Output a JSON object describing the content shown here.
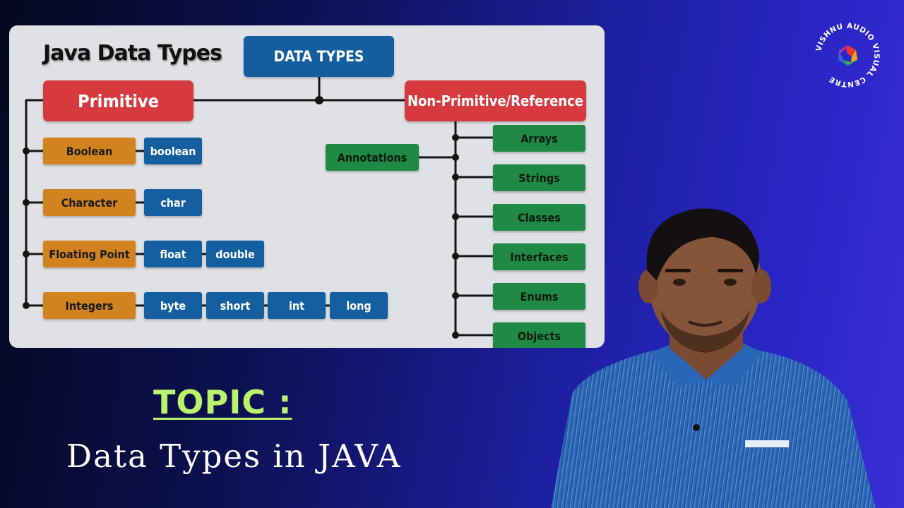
{
  "diagram": {
    "title": "Java Data Types",
    "root": "DATA TYPES",
    "primitive": {
      "label": "Primitive",
      "groups": [
        {
          "category": "Boolean",
          "types": [
            "boolean"
          ]
        },
        {
          "category": "Character",
          "types": [
            "char"
          ]
        },
        {
          "category": "Floating Point",
          "types": [
            "float",
            "double"
          ]
        },
        {
          "category": "Integers",
          "types": [
            "byte",
            "short",
            "int",
            "long"
          ]
        }
      ]
    },
    "non_primitive": {
      "label": "Non-Primitive/Reference",
      "annotations": "Annotations",
      "items": [
        "Arrays",
        "Strings",
        "Classes",
        "Interfaces",
        "Enums",
        "Objects"
      ]
    }
  },
  "topic": {
    "heading": "TOPIC :",
    "subtitle": "Data Types in JAVA"
  },
  "logo": {
    "text": "VISHNU AUDIO VISUAL CENTRE"
  },
  "colors": {
    "panel": "#dfe1e5",
    "root": "#125e9e",
    "branch": "#d63a3e",
    "category": "#d2821f",
    "type": "#135f9f",
    "reference": "#1f8a45",
    "topic": "#b9f36b"
  }
}
